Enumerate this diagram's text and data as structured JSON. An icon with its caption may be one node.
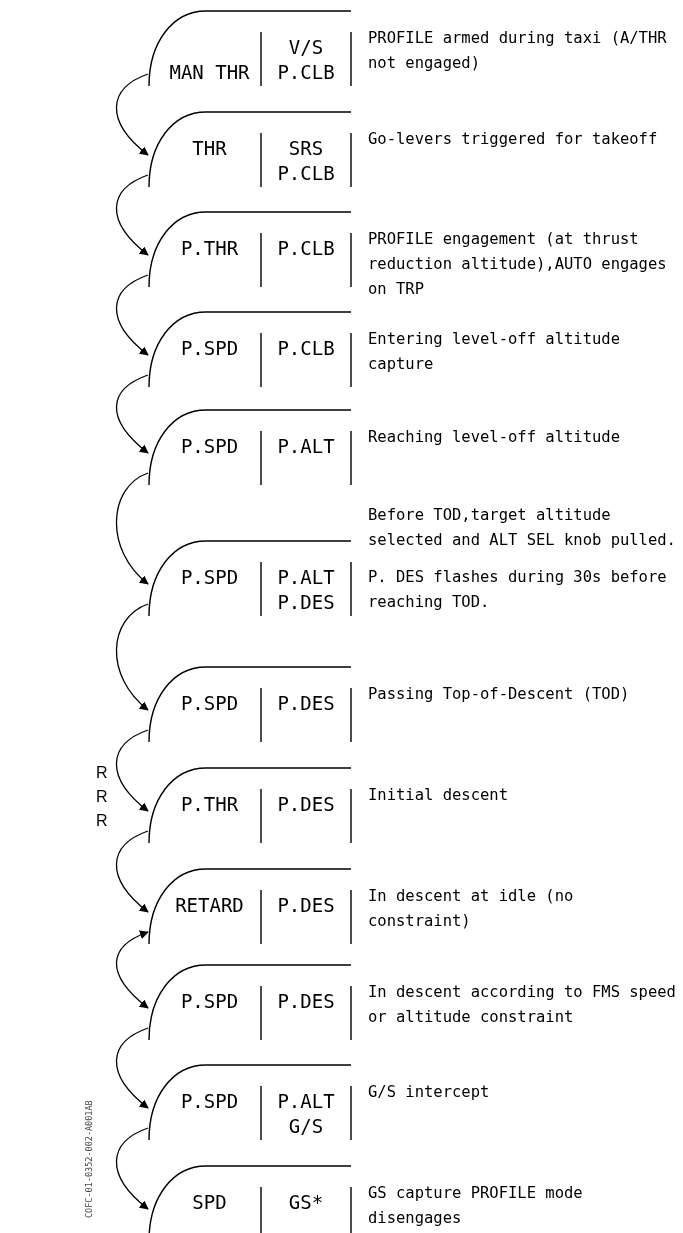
{
  "diagram": {
    "nodes": [
      {
        "text": [
          "MAN THR",
          "V/S P.CLB"
        ],
        "beside": [
          "PROFILE armed during taxi (A/THR not engaged)"
        ]
      },
      {
        "text": [
          "THR",
          "SRS P.CLB"
        ],
        "beside": [
          "Go-levers triggered for takeoff"
        ]
      },
      {
        "text": [
          "P.THR",
          "P.CLB"
        ],
        "beside": [
          "PROFILE engagement (at thrust reduction altitude),AUTO engages on TRP"
        ]
      },
      {
        "text": [
          "P.SPD",
          "P.CLB"
        ],
        "beside": [
          "Entering level-off altitude capture"
        ]
      },
      {
        "text": [
          "P.SPD",
          "P.ALT"
        ],
        "beside": [
          "Reaching level-off altitude"
        ]
      },
      {
        "text": [
          "P.SPD",
          "P.ALT P.DES"
        ],
        "beside": [
          "Before TOD,target altitude selected and ALT SEL knob pulled.",
          "P. DES flashes during 30s before reaching TOD."
        ]
      },
      {
        "text": [
          "P.SPD",
          "P.DES"
        ],
        "beside": [
          "Passing Top-of-Descent (TOD)"
        ]
      },
      {
        "text": [
          "P.THR",
          "P.DES"
        ],
        "beside": [
          "Initial descent"
        ]
      },
      {
        "text": [
          "RETARD",
          "P.DES"
        ],
        "beside": [
          "In descent at idle (no constraint)"
        ]
      },
      {
        "text": [
          "P.SPD",
          "P.DES"
        ],
        "beside": [
          "In descent according to FMS speed or altitude constraint"
        ]
      },
      {
        "text": [
          "P.SPD",
          "P.ALT G/S"
        ],
        "beside": [
          "G/S intercept"
        ]
      },
      {
        "text": [
          "SPD",
          "GS*"
        ],
        "beside": [
          "GS capture PROFILE mode disengages"
        ]
      }
    ],
    "edges": [
      {
        "from": 0,
        "to": 1,
        "arrow": "to"
      },
      {
        "from": 1,
        "to": 2,
        "arrow": "to"
      },
      {
        "from": 2,
        "to": 3,
        "arrow": "to"
      },
      {
        "from": 3,
        "to": 4,
        "arrow": "to"
      },
      {
        "from": 4,
        "to": 5,
        "arrow": "to"
      },
      {
        "from": 5,
        "to": 6,
        "arrow": "to"
      },
      {
        "from": 6,
        "to": 7,
        "arrow": "to"
      },
      {
        "from": 7,
        "to": 8,
        "arrow": "to"
      },
      {
        "from": 8,
        "to": 9,
        "arrow": "both"
      },
      {
        "from": 9,
        "to": 10,
        "arrow": "to"
      },
      {
        "from": 10,
        "to": 11,
        "arrow": "to"
      }
    ],
    "labels": [
      "R",
      "R",
      "R",
      "COFC-01-0352-002-A001AB"
    ]
  }
}
